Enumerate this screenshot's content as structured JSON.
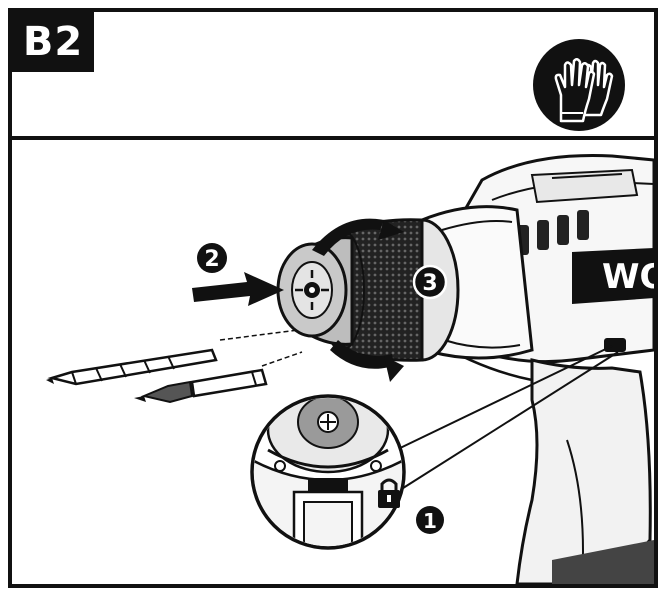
{
  "header": {
    "step_label": "B2",
    "ppe_icon": "protective-gloves-icon"
  },
  "illustration": {
    "steps": [
      {
        "number": "1",
        "icon": "lock-icon"
      },
      {
        "number": "2",
        "icon": "arrow-right-icon"
      },
      {
        "number": "3",
        "icon": "rotate-icon"
      }
    ],
    "brand_text": "WO",
    "accessories": [
      "drill-bit",
      "screwdriver-bit"
    ]
  },
  "colors": {
    "ink": "#111111",
    "paper": "#ffffff",
    "shade": "#9a9a9a"
  }
}
